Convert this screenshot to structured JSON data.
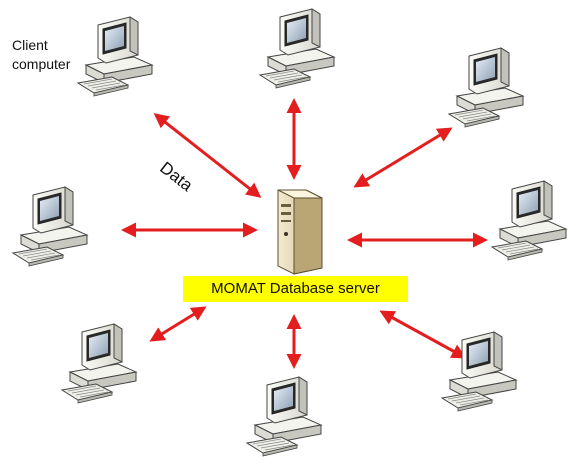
{
  "labels": {
    "client_line1": "Client",
    "client_line2": "computer",
    "data": "Data",
    "server": "MOMAT Database server"
  },
  "icons": {
    "client": "desktop-computer-icon",
    "server": "tower-server-icon"
  },
  "colors": {
    "arrow": "#e41e1e",
    "server_label_bg": "#ffff00"
  }
}
